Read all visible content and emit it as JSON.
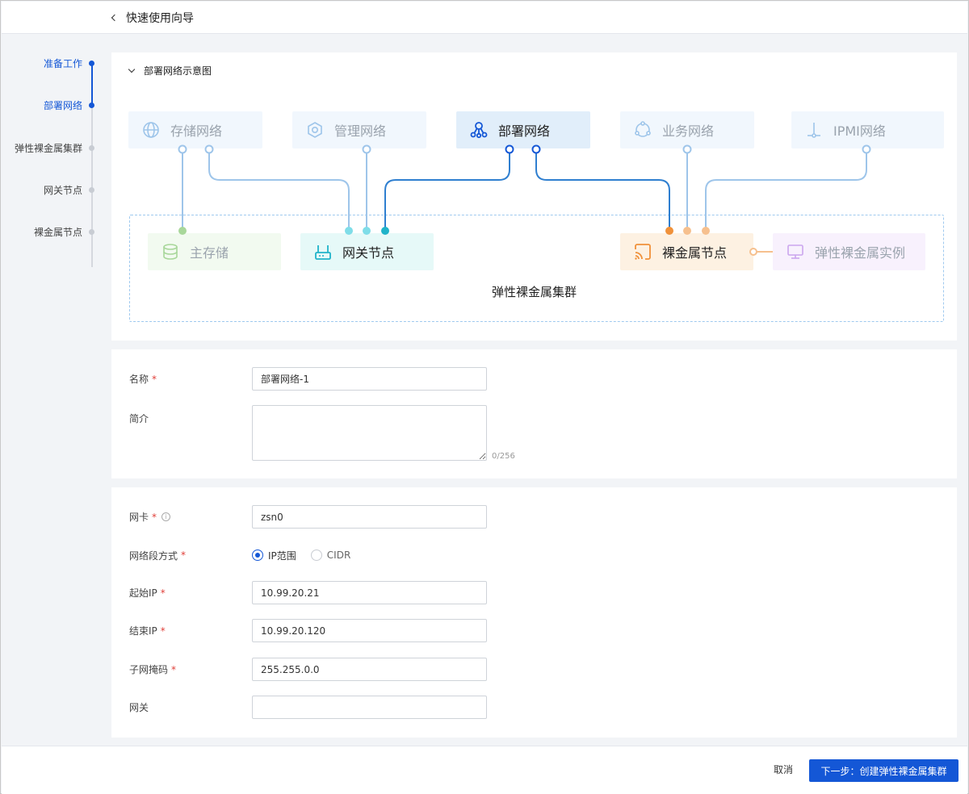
{
  "header": {
    "title": "快速使用向导"
  },
  "steps": [
    {
      "label": "准备工作"
    },
    {
      "label": "部署网络"
    },
    {
      "label": "弹性裸金属集群"
    },
    {
      "label": "网关节点"
    },
    {
      "label": "裸金属节点"
    }
  ],
  "diagram": {
    "title": "部署网络示意图",
    "networks": {
      "storage": "存储网络",
      "management": "管理网络",
      "deploy": "部署网络",
      "business": "业务网络",
      "ipmi": "IPMI网络"
    },
    "nodes": {
      "primary_storage": "主存储",
      "gateway": "网关节点",
      "baremetal": "裸金属节点",
      "instance": "弹性裸金属实例"
    },
    "cluster_label": "弹性裸金属集群",
    "colors": {
      "accent": "#1457d6",
      "deploy_line": "#2f7fd0",
      "baremetal_line": "#f0913a"
    }
  },
  "form_basic": {
    "name_label": "名称",
    "name_value": "部署网络-1",
    "desc_label": "简介",
    "desc_value": "",
    "desc_counter": "0/256"
  },
  "form_network": {
    "nic_label": "网卡",
    "nic_value": "zsn0",
    "mode_label": "网络段方式",
    "mode_options": [
      "IP范围",
      "CIDR"
    ],
    "start_ip_label": "起始IP",
    "start_ip_value": "10.99.20.21",
    "end_ip_label": "结束IP",
    "end_ip_value": "10.99.20.120",
    "mask_label": "子网掩码",
    "mask_value": "255.255.0.0",
    "gateway_label": "网关",
    "gateway_value": ""
  },
  "footer": {
    "cancel": "取消",
    "next": "下一步：创建弹性裸金属集群"
  },
  "required_mark": "*"
}
